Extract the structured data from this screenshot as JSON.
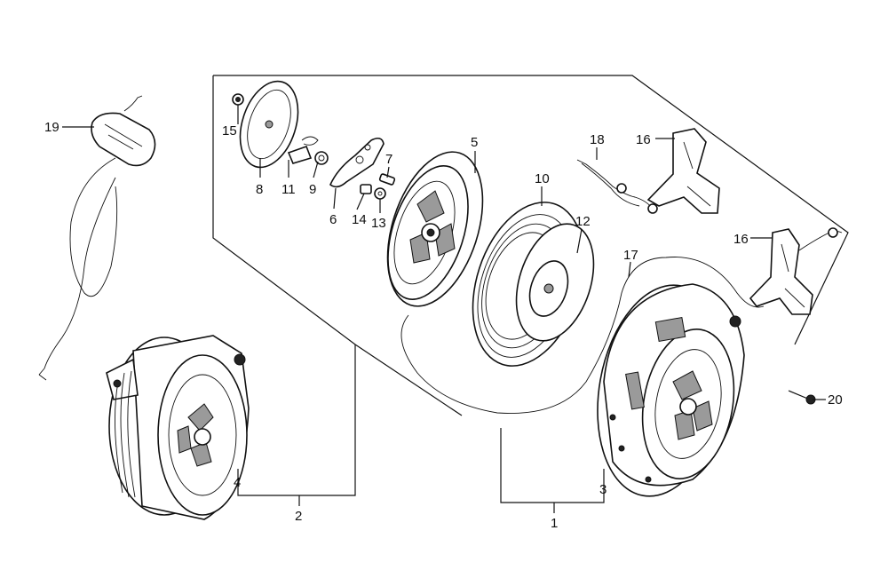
{
  "diagram": {
    "callouts": {
      "c1": "1",
      "c2": "2",
      "c3": "3",
      "c4": "4",
      "c5": "5",
      "c6": "6",
      "c7": "7",
      "c8": "8",
      "c9": "9",
      "c10": "10",
      "c11": "11",
      "c12": "12",
      "c13": "13",
      "c14": "14",
      "c15": "15",
      "c16a": "16",
      "c16b": "16",
      "c17": "17",
      "c18": "18",
      "c19": "19",
      "c20": "20"
    }
  }
}
